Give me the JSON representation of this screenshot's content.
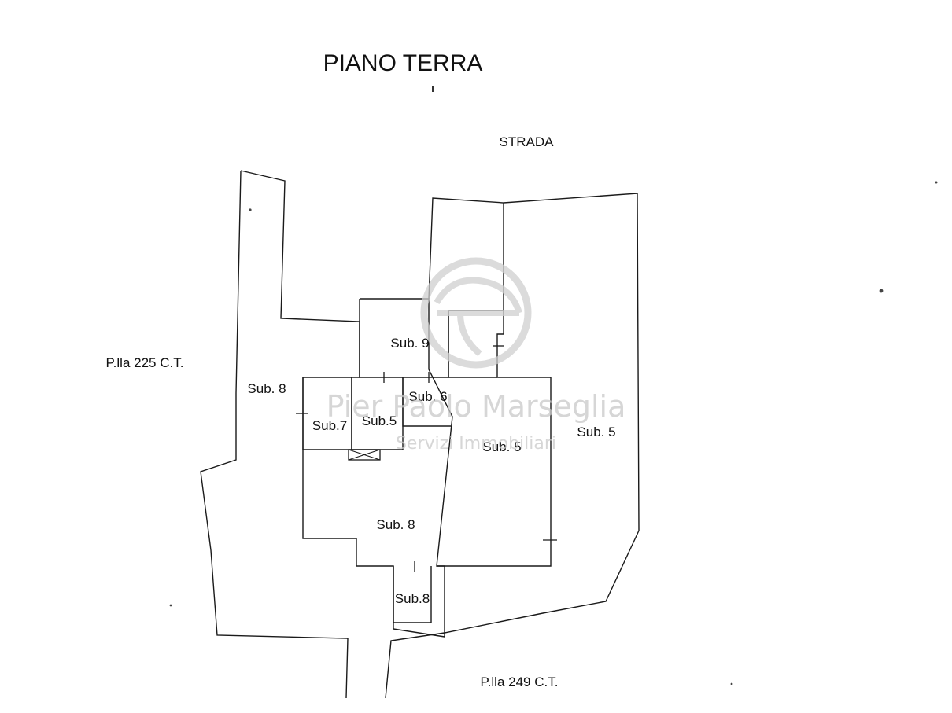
{
  "title": "PIANO TERRA",
  "street": "STRADA",
  "parcel_left": "P.lla 225 C.T.",
  "parcel_bottom": "P.lla 249 C.T.",
  "rooms": {
    "sub9": "Sub. 9",
    "sub8_west": "Sub. 8",
    "sub6": "Sub. 6",
    "sub7": "Sub.7",
    "sub5_small": "Sub.5",
    "sub5_center": "Sub. 5",
    "sub5_east": "Sub. 5",
    "sub8_center": "Sub. 8",
    "sub8_small": "Sub.8"
  },
  "watermark": {
    "name": "Pier Paolo Marseglia",
    "tagline": "Servizi Immobiliari"
  }
}
